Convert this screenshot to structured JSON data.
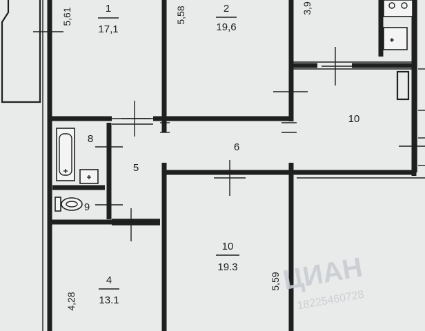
{
  "rooms": [
    {
      "number": "1",
      "area": "17,1"
    },
    {
      "number": "2",
      "area": "19,6"
    },
    {
      "number": "4",
      "area": "13.1"
    },
    {
      "number": "5"
    },
    {
      "number": "6"
    },
    {
      "number": "8"
    },
    {
      "number": "9"
    },
    {
      "number": "10",
      "area": "19.3"
    },
    {
      "number": "10"
    }
  ],
  "dimensions": [
    "5,61",
    "5,58",
    "3,9",
    "5,59",
    "4,28"
  ],
  "watermark": {
    "brand": "ЦИАН",
    "id": "18225460728"
  },
  "colors": {
    "background": "#e9ebea",
    "wall": "#1e1f1f"
  }
}
